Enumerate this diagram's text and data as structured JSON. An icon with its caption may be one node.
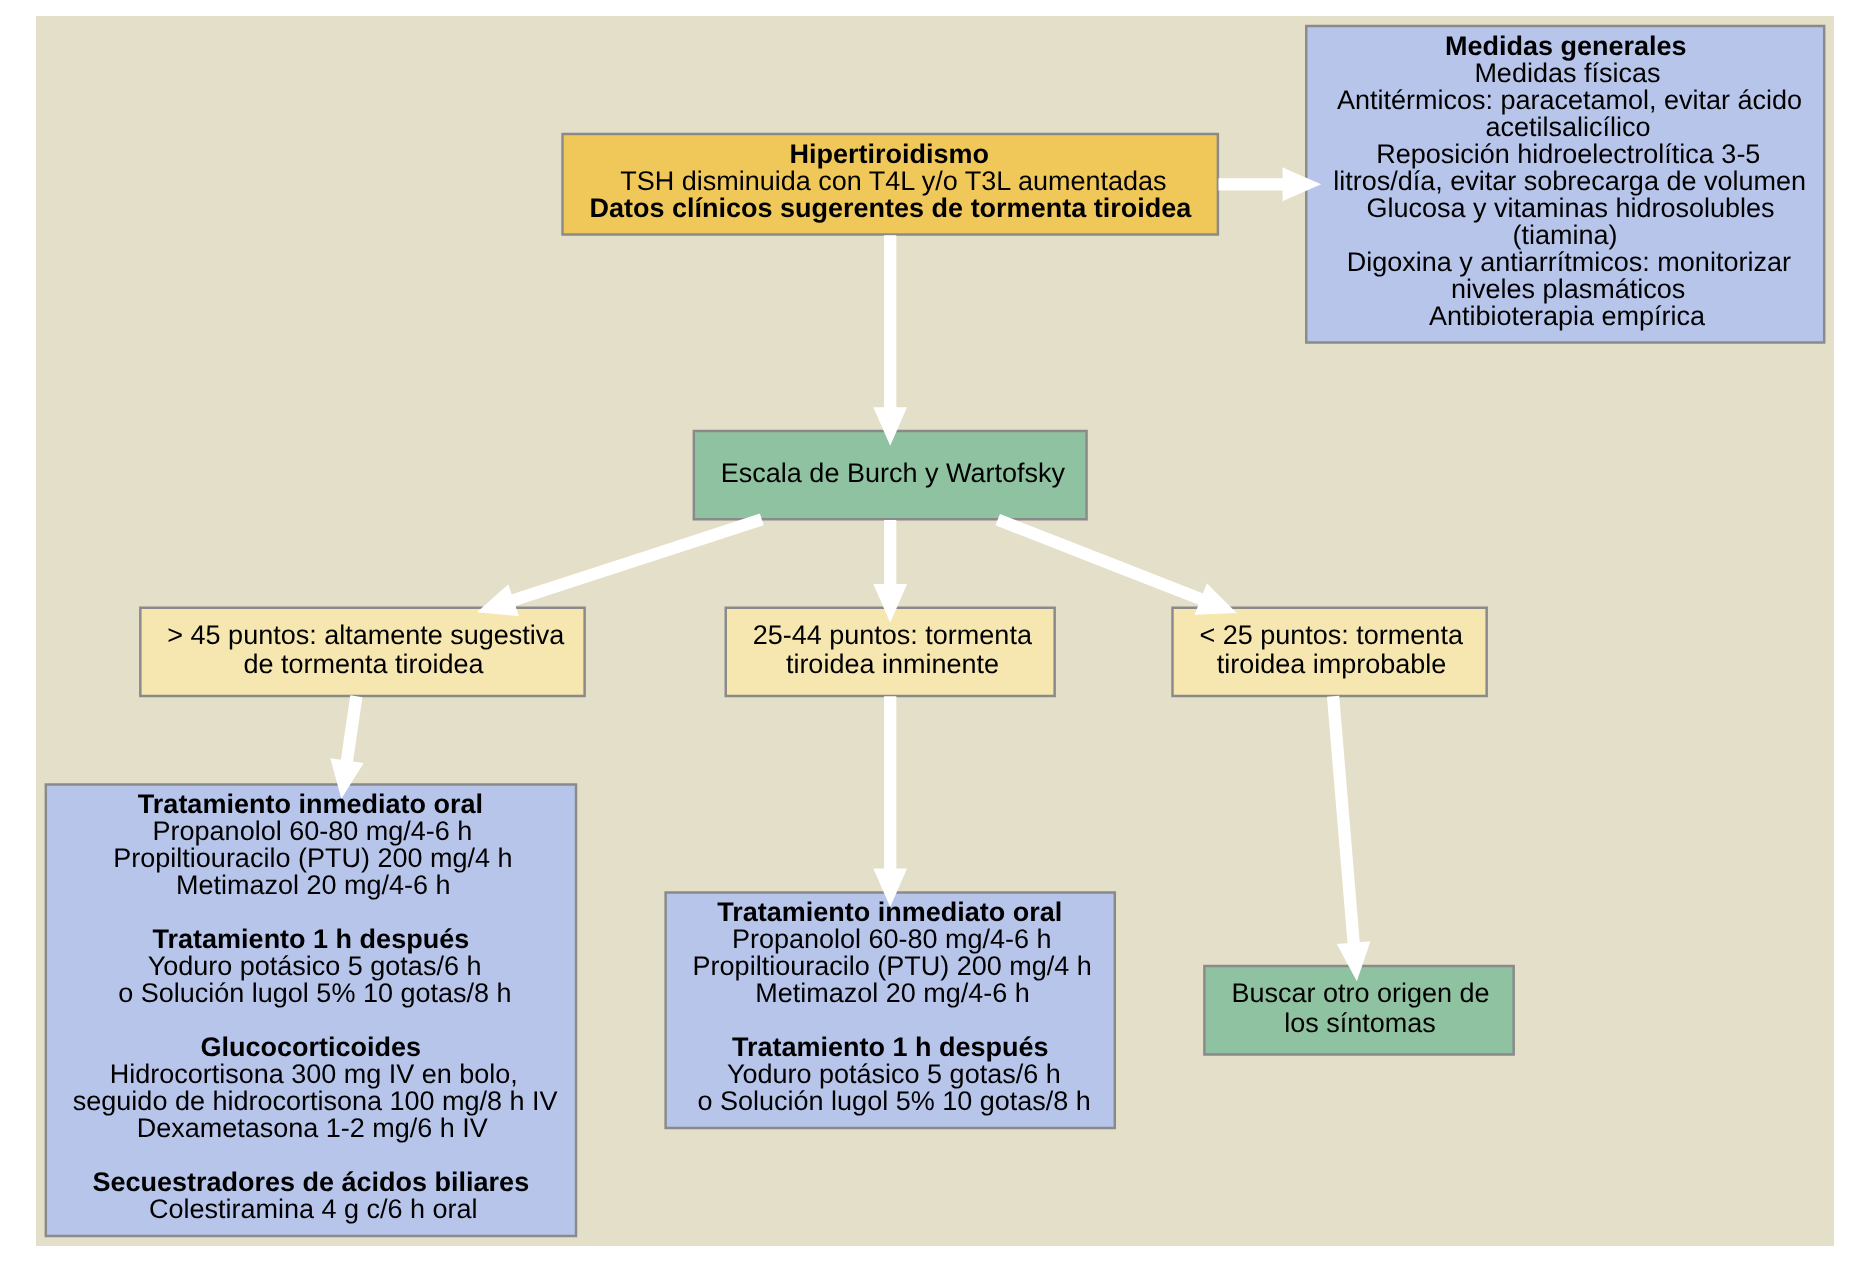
{
  "diagram": {
    "nodes": [
      {
        "text": [
          "Hipertiroidismo",
          "TSH disminuida con T4L y/o T3L aumentadas",
          "Datos clínicos sugerentes de tormenta tiroidea"
        ]
      },
      {
        "text": [
          "Medidas generales",
          "Medidas físicas",
          "Antitérmicos: paracetamol, evitar ácido acetilsalicílico",
          "Reposición hidroelectrolítica 3-5 litros/día, evitar sobrecarga de volumen",
          "Glucosa y vitaminas hidrosolubles (tiamina)",
          "Digoxina y antiarrítmicos: monitorizar niveles plasmáticos",
          "Antibioterapia empírica"
        ]
      },
      {
        "text": [
          "Escala de Burch y Wartofsky"
        ]
      },
      {
        "text": [
          "> 45 puntos: altamente sugestiva de tormenta tiroidea"
        ]
      },
      {
        "text": [
          "25-44 puntos: tormenta tiroidea inminente"
        ]
      },
      {
        "text": [
          "< 25 puntos: tormenta tiroidea improbable"
        ]
      },
      {
        "text": [
          "Tratamiento inmediato oral",
          "Propanolol 60-80 mg/4-6 h",
          "Propiltiouracilo (PTU) 200 mg/4 h",
          "Metimazol 20 mg/4-6 h",
          "Tratamiento 1 h después",
          "Yoduro potásico 5 gotas/6 h",
          "o Solución lugol 5% 10 gotas/8 h",
          "Glucocorticoides",
          "Hidrocortisona 300 mg IV en bolo, seguido de hidrocortisona 100 mg/8 h IV",
          "Dexametasona 1-2 mg/6 h IV",
          "Secuestradores de ácidos biliares",
          "Colestiramina 4 g c/6 h oral"
        ]
      },
      {
        "text": [
          "Tratamiento inmediato oral",
          "Propanolol 60-80 mg/4-6 h",
          "Propiltiouracilo (PTU) 200 mg/4 h",
          "Metimazol 20 mg/4-6 h",
          "Tratamiento 1 h después",
          "Yoduro potásico 5 gotas/6 h",
          "o Solución lugol 5% 10 gotas/8 h"
        ]
      },
      {
        "text": [
          "Buscar otro origen de los síntomas"
        ]
      }
    ],
    "edges": [
      {
        "from": 0,
        "to": 1,
        "arrow": "to"
      },
      {
        "from": 0,
        "to": 2,
        "arrow": "to"
      },
      {
        "from": 2,
        "to": 3,
        "arrow": "to"
      },
      {
        "from": 2,
        "to": 4,
        "arrow": "to"
      },
      {
        "from": 2,
        "to": 5,
        "arrow": "to"
      },
      {
        "from": 3,
        "to": 6,
        "arrow": "to"
      },
      {
        "from": 4,
        "to": 7,
        "arrow": "to"
      },
      {
        "from": 5,
        "to": 8,
        "arrow": "to"
      }
    ]
  }
}
